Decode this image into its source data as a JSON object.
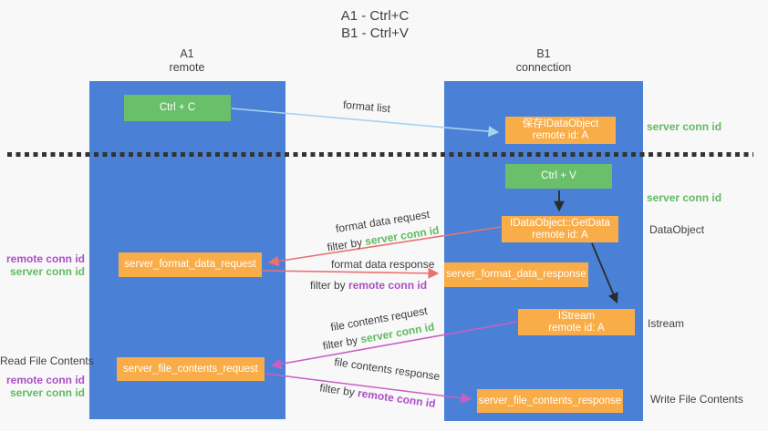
{
  "title": {
    "line1": "A1 - Ctrl+C",
    "line2": "B1 - Ctrl+V"
  },
  "lanes": {
    "a": {
      "name": "A1",
      "subtitle": "remote"
    },
    "b": {
      "name": "B1",
      "subtitle": "connection"
    }
  },
  "boxes": {
    "ctrl_c": {
      "label": "Ctrl + C"
    },
    "save_idataobject": {
      "line1": "保存IDataObject",
      "line2": "remote id: A"
    },
    "ctrl_v": {
      "label": "Ctrl + V"
    },
    "getdata": {
      "line1": "IDataObject::GetData",
      "line2": "remote id: A"
    },
    "format_request": {
      "label": "server_format_data_request"
    },
    "format_response": {
      "label": "server_format_data_response"
    },
    "istream": {
      "line1": "IStream",
      "line2": "remote id: A"
    },
    "file_request": {
      "label": "server_file_contents_request"
    },
    "file_response": {
      "label": "server_file_contents_response"
    }
  },
  "arrow_labels": {
    "format_list": "format list",
    "format_data_request": "format data request",
    "format_data_response": "format data response",
    "file_contents_request": "file contents request",
    "file_contents_response": "file contents response",
    "filter_by": "filter by",
    "server_conn_id": "server conn id",
    "remote_conn_id": "remote conn id"
  },
  "side_labels": {
    "server_conn_id_top": "server conn id",
    "server_conn_id_mid": "server conn id",
    "dataobject": "DataObject",
    "istream": "Istream",
    "write_file_contents": "Write File Contents",
    "read_file_contents": "Read File Contents",
    "remote_conn_id_1": "remote conn id",
    "server_conn_id_1": "server conn id",
    "remote_conn_id_2": "remote conn id",
    "server_conn_id_2": "server conn id"
  },
  "colors": {
    "bg": "#f8f8f8",
    "white": "#ffffff",
    "blue": "#4a81d6",
    "green": "#6abf6b",
    "orange": "#f9ad49",
    "red": "#e9716f",
    "magenta": "#ca5ec6",
    "lightblue": "#a6d3ef",
    "black": "#2b2b2b",
    "dot": "#333333",
    "darktext": "#404040",
    "greentext": "#61ba62",
    "purpletext": "#ac4fc6"
  }
}
